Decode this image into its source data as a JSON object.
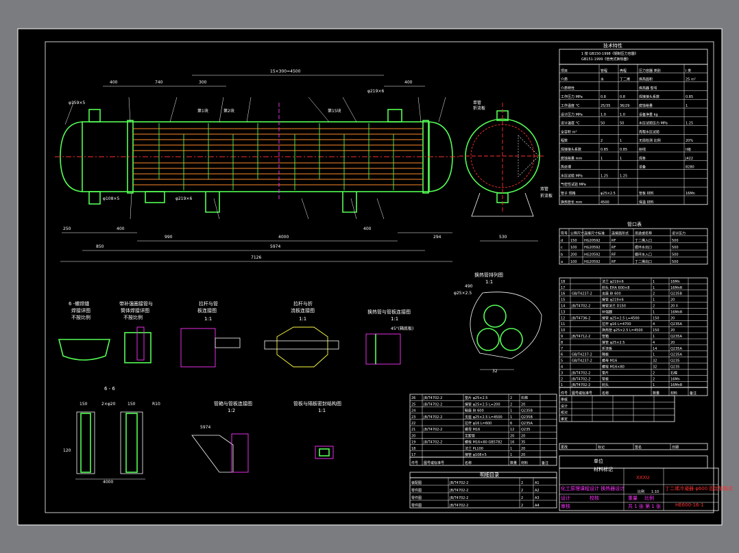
{
  "drawing": {
    "main_labels": {
      "dim_tubes": "15×300=4500",
      "dim_400a": "400",
      "dim_740": "740",
      "dim_300": "300",
      "dim_400b": "400",
      "dim_250": "250",
      "dim_400c": "400",
      "dim_990": "990",
      "dim_4000": "4000",
      "dim_400d": "400",
      "dim_294": "294",
      "dim_5974": "5974",
      "dim_7126": "7126",
      "dim_850": "850",
      "dim_530": "530",
      "nozzle_a": "φ159×5",
      "nozzle_b": "φ219×6",
      "nozzle_c": "φ108×5",
      "nozzle_d": "φ219×6",
      "pass1": "第1块",
      "pass2": "第2块",
      "pass3": "第15块",
      "single": "单管",
      "sep": "折流板",
      "double": "双管",
      "sep2": "折流板"
    },
    "views": {
      "v1_title": "6 -螺焊缝",
      "v1_sub": "焊接详图",
      "v1_scale": "不按比例",
      "v2_title": "带补强圈接管与",
      "v2_sub": "筒体焊接详图",
      "v2_scale": "不按比例",
      "v3_title": "拉杆与管",
      "v3_sub": "板连接图",
      "v3_scale": "1:1",
      "v4_title": "拉杆与折",
      "v4_sub": "流板连接图",
      "v4_scale": "1:1",
      "v5_title": "换热管与管板连接图",
      "v5_scale": "1:1",
      "v5_note": "45°(箱底板)",
      "v6_title": "换热管排列图",
      "v6_scale": "1:1",
      "v6_d1": "φ25×2.5",
      "v6_d2": "32",
      "v6_d3": "490",
      "v7_title": "6 - 6",
      "v7_l1": "150",
      "v7_l2": "2×φ20",
      "v7_l3": "150",
      "v7_l4": "R10",
      "v7_l5": "120",
      "v7_l6": "4000",
      "v8_title": "管箱与管板连接图",
      "v8_scale": "1:2",
      "v8_d": "5974",
      "v9_title": "管板与隔板密封结构图",
      "v9_scale": "1:1"
    },
    "tech": {
      "header": "技术特性",
      "note_l1": "1 按 GB150-1998《钢制压力容器》",
      "note_l2": "GB151-1999《管壳式换热器》",
      "col_a": "项目",
      "col_b": "管程",
      "col_c": "壳程",
      "col_d": "压力容器 类别",
      "col_e": "I 类",
      "rows": [
        [
          "介质",
          "水",
          "丁二烯",
          "换热面积",
          "25 m²"
        ],
        [
          "介质特性",
          "",
          "",
          "换热器 型号",
          ""
        ],
        [
          "工作压力 MPa",
          "0.8",
          "0.8",
          "焊接接头系数",
          "0.85"
        ],
        [
          "工作温度 °C",
          "25/35",
          "36/29",
          "腐蚀裕量",
          "1"
        ],
        [
          "设计压力 MPa",
          "1.0",
          "1.0",
          "设备净重 kg",
          ""
        ],
        [
          "设计温度 °C",
          "50",
          "50",
          "水压试验压力 MPa",
          "1.25"
        ],
        [
          "全容积 m³",
          "",
          "",
          "壳程水压试验",
          ""
        ],
        [
          "程数",
          "2",
          "1",
          "无损检测 比例",
          "20%"
        ],
        [
          "焊接接头系数",
          "0.85",
          "0.85",
          "射线",
          "II级"
        ],
        [
          "腐蚀裕量 mm",
          "1",
          "1",
          "焊条",
          "J422"
        ],
        [
          "热处理",
          "",
          "",
          "设备",
          "8280"
        ],
        [
          "水压试验 MPa",
          "1.25",
          "1.25",
          "",
          ""
        ],
        [
          "气密性试验 MPa",
          "",
          "",
          "",
          ""
        ],
        [
          "管子 规格",
          "φ25×2.5",
          "",
          "管板 材料",
          "16Mn"
        ],
        [
          "换热管长 mm",
          "4500",
          "",
          "保温 材料",
          ""
        ]
      ]
    },
    "nozzles": {
      "header": "管口表",
      "cols": [
        "符号",
        "公称尺寸",
        "连接尺寸标准",
        "连接面形式",
        "用途或名称",
        "设计压力"
      ],
      "rows": [
        [
          "d",
          "150",
          "HG20592",
          "RF",
          "丁二烯入口",
          "500"
        ],
        [
          "c",
          "100",
          "HG20592",
          "RF",
          "循环水出口",
          "500"
        ],
        [
          "b",
          "200",
          "HG20592",
          "RF",
          "循环水入口",
          "500"
        ],
        [
          "a",
          "100",
          "HG20592",
          "RF",
          "丁二烯出口",
          "500"
        ]
      ]
    },
    "bom_right": {
      "rows": [
        [
          "18",
          "",
          "法兰 φ219×6",
          "1",
          "16Mn",
          ""
        ],
        [
          "17",
          "",
          "封头 EHA 600×8",
          "1",
          "16MnR",
          ""
        ],
        [
          "16",
          "GB/T4237-2",
          "支座 BI 600",
          "2",
          "Q235B",
          ""
        ],
        [
          "15",
          "",
          "接管 φ219×6",
          "1",
          "20",
          ""
        ],
        [
          "14",
          "JB/T4702-2",
          "接管法兰 D150",
          "2",
          "20 II",
          ""
        ],
        [
          "13",
          "",
          "补强圈",
          "1",
          "16MnR",
          ""
        ],
        [
          "12",
          "JB/T4736-2",
          "接管 φ25×2.5 L=4500",
          "150",
          "20",
          ""
        ],
        [
          "11",
          "",
          "拉杆 φ16 L=4700",
          "4",
          "Q235A",
          ""
        ],
        [
          "10",
          "",
          "换热管 φ25×2.5 L=4500",
          "150",
          "20",
          ""
        ],
        [
          "9",
          "JB/T4712-2",
          "管箱",
          "1",
          "Q235A",
          ""
        ],
        [
          "8",
          "",
          "接管 φ25×2.5",
          "4",
          "20",
          ""
        ],
        [
          "7",
          "",
          "折流板",
          "14",
          "Q235A",
          ""
        ],
        [
          "6",
          "GB/T4237-2",
          "隔板",
          "1",
          "Q235A",
          ""
        ],
        [
          "5",
          "GB/T4237-2",
          "螺母 M16",
          "32",
          "Q235",
          ""
        ],
        [
          "4",
          "",
          "螺栓 M16×80",
          "32",
          "Q235",
          ""
        ],
        [
          "3",
          "JB/T4702-2",
          "垫片",
          "2",
          "石棉",
          ""
        ],
        [
          "2",
          "JB/T4702-2",
          "管板",
          "2",
          "16Mn",
          ""
        ],
        [
          "1",
          "JB/T4702-2",
          "封头",
          "1",
          "16MnR",
          ""
        ]
      ],
      "header_cols": [
        "件号",
        "图号或标准号",
        "名称",
        "数量",
        "材料",
        "备注"
      ]
    },
    "bom_left": {
      "rows": [
        [
          "26",
          "JB/T4702-2",
          "垫片 φ25×2.5",
          "2",
          "石棉",
          ""
        ],
        [
          "25",
          "JB/T4702-2",
          "接管 φ25×2.5 L=200",
          "2",
          "20",
          ""
        ],
        [
          "24",
          "",
          "鞍座 BI 600",
          "1",
          "Q235B",
          ""
        ],
        [
          "23",
          "JB/T4702-2",
          "支座 φ25×2.5 L=4500",
          "1",
          "Q235B",
          ""
        ],
        [
          "22",
          "",
          "拉杆 φ16 L=600",
          "6",
          "Q235A",
          ""
        ],
        [
          "21",
          "JB/T4702-2",
          "螺母 M16",
          "12",
          "Q235",
          ""
        ],
        [
          "20",
          "",
          "定距管",
          "20",
          "20",
          ""
        ],
        [
          "19",
          "JB/T4702-2",
          "螺栓 M16×80 GB5782",
          "16",
          "35",
          ""
        ],
        [
          "18",
          "",
          "法兰 PL100",
          "1",
          "20",
          ""
        ],
        [
          "17",
          "",
          "接管 φ108×5",
          "1",
          "20",
          ""
        ]
      ],
      "header_cols": [
        "件号",
        "图号或标准号",
        "名称",
        "数量",
        "材料",
        "备注"
      ],
      "sub_header": "明细目录",
      "sub_rows": [
        [
          "装配图",
          "JB/T4702-2",
          "2",
          "A1"
        ],
        [
          "零件图",
          "JB/T4702-2",
          "2",
          "A2"
        ],
        [
          "零件图",
          "JB/T4702-2",
          "2",
          "A3"
        ],
        [
          "零件图",
          "JB/T4702-2",
          "2",
          "A4"
        ]
      ]
    },
    "title_block": {
      "company": "XXXU",
      "drawing_name": "丁二烯冷凝器 φ600 固定管板式",
      "drawing_no": "HE600-16-1",
      "scale_label": "比例",
      "scale_val": "1:10",
      "sheet_label": "共 1 张 第 1 张",
      "design": "设计",
      "check": "校核",
      "approve": "审核",
      "designed_for": "化工原理课程设计 换热器设计",
      "label_weight": "重量",
      "label_ratio": "比例",
      "stamp_left": "单位",
      "stamp_mid": "材料标记",
      "signature_rows": [
        "审核",
        "设计",
        "校对",
        "审定"
      ],
      "right_small": [
        "更改",
        "标记",
        "签名",
        "日期"
      ]
    }
  }
}
